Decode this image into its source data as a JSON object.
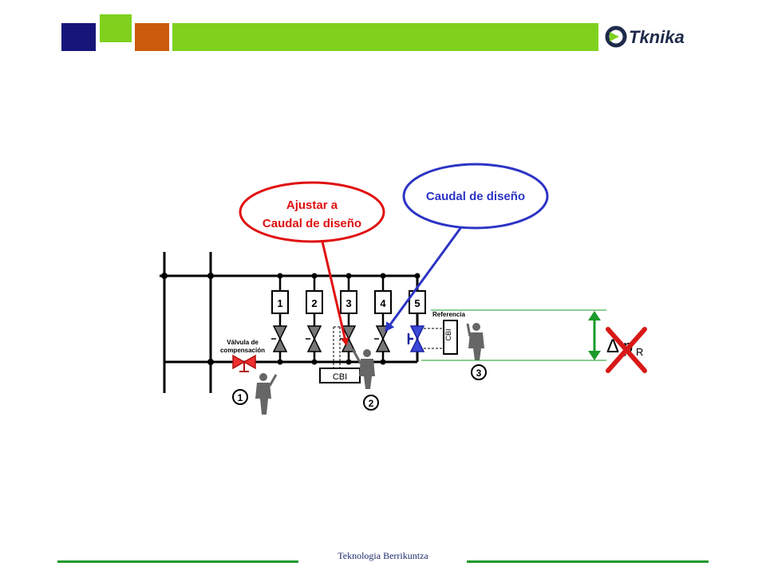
{
  "header": {
    "colors": {
      "navy": "#17157a",
      "lime": "#7fd11e",
      "orange": "#cc5a0c"
    },
    "logo": {
      "text": "Tknika",
      "icon": "tknika-arrow-icon"
    }
  },
  "diagram": {
    "callout_red": {
      "line1": "Ajustar a",
      "line2": "Caudal de diseño",
      "color": "#e01010"
    },
    "callout_blue": {
      "text": "Caudal de diseño",
      "color": "#2c34c4"
    },
    "valve_numbers": [
      "1",
      "2",
      "3",
      "4",
      "5"
    ],
    "reference_label": "Referencia",
    "cbi_label": "CBI",
    "cbi_label_ref": "CBI",
    "compensation_valve_label": {
      "line1": "Válvula de",
      "line2": "compensación"
    },
    "worker_markers": [
      "1",
      "2",
      "3"
    ],
    "delta_symbol": "Δ",
    "delta_letter": "p",
    "delta_subscript": "R",
    "cross_color": "#d81818",
    "arrow_color": "#1a9a2a"
  },
  "footer": {
    "text": "Teknologia Berrikuntza"
  }
}
